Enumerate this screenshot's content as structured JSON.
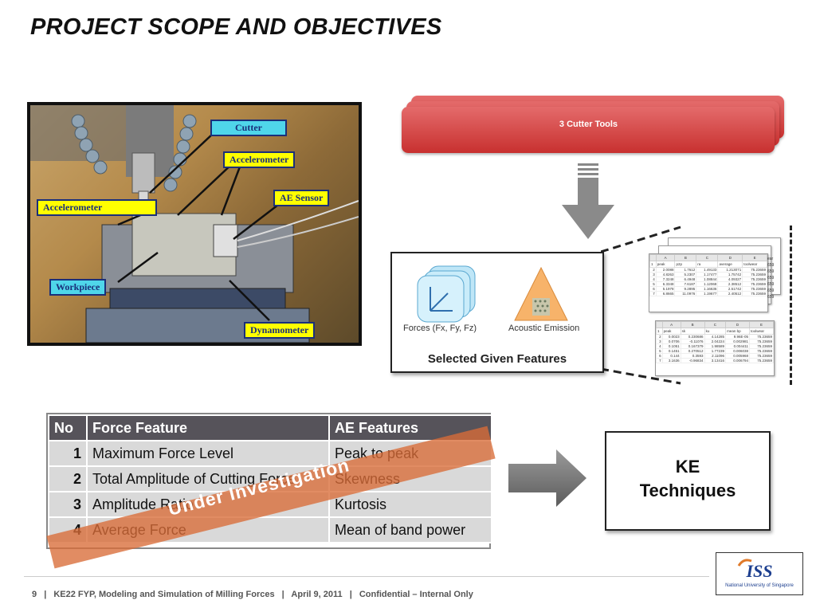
{
  "slide": {
    "title": "PROJECT SCOPE AND OBJECTIVES"
  },
  "photo": {
    "labels": {
      "cutter": "Cutter",
      "accelerometer_top": "Accelerometer",
      "ae_sensor": "AE Sensor",
      "accelerometer_left": "Accelerometer",
      "workpiece": "Workpiece",
      "dynamometer": "Dynamometer"
    }
  },
  "cutter_tools": {
    "label": "3 Cutter Tools"
  },
  "features": {
    "forces_caption": "Forces (Fx, Fy, Fz)",
    "ae_caption": "Acoustic Emission",
    "title": "Selected Given Features"
  },
  "spreadsheet_top": {
    "columns": [
      "A",
      "B",
      "C",
      "D",
      "E"
    ],
    "headers": [
      "peak",
      "p2p",
      "ra",
      "average",
      "toolwear"
    ],
    "rows": [
      [
        "1",
        "",
        "",
        "",
        "",
        ""
      ],
      [
        "2",
        "2.0088",
        "1.7612",
        "1.49133",
        "1.213071",
        "75.23659"
      ],
      [
        "3",
        "4.8263",
        "5.2307",
        "1.17477",
        "1.75742",
        "75.23659"
      ],
      [
        "4",
        "7.3248",
        "6.4948",
        "1.08844",
        "4.09327",
        "75.23659"
      ],
      [
        "5",
        "6.3348",
        "7.6187",
        "1.12068",
        "2.38512",
        "75.23659"
      ],
      [
        "6",
        "5.1978",
        "9.2895",
        "1.16636",
        "2.51742",
        "75.23659"
      ],
      [
        "7",
        "6.8665",
        "11.0976",
        "1.19677",
        "2.40512",
        "75.23659"
      ]
    ],
    "side_fragments": [
      "ear",
      "659",
      "659",
      "659",
      "659",
      "659",
      "659"
    ]
  },
  "spreadsheet_bottom": {
    "columns": [
      "A",
      "B",
      "C",
      "D",
      "E"
    ],
    "headers": [
      "peak",
      "sk",
      "ku",
      "mean bp",
      "toolwear"
    ],
    "rows": [
      [
        "1",
        "",
        "",
        "",
        "",
        ""
      ],
      [
        "2",
        "0.0023",
        "0.230686",
        "4.14285",
        "9.96E-05",
        "75.23659"
      ],
      [
        "3",
        "0.0706",
        "-0.11076",
        "2.04224",
        "0.002981",
        "75.23659"
      ],
      [
        "4",
        "0.1051",
        "0.167379",
        "1.98589",
        "0.004411",
        "75.23659"
      ],
      [
        "5",
        "0.1451",
        "0.270512",
        "1.77239",
        "0.006038",
        "75.23659"
      ],
      [
        "6",
        "0.144",
        "0.3593",
        "2.11096",
        "0.005968",
        "75.23659"
      ],
      [
        "7",
        "3.1636",
        "-0.96834",
        "3.13416",
        "0.006794",
        "75.23659"
      ]
    ]
  },
  "table": {
    "headers": [
      "No",
      "Force Feature",
      "AE Features"
    ],
    "rows": [
      {
        "no": "1",
        "force": "Maximum Force Level",
        "ae": "Peak to peak"
      },
      {
        "no": "2",
        "force": "Total Amplitude of Cutting Force",
        "ae": "Skewness"
      },
      {
        "no": "3",
        "force": "Amplitude Ratio",
        "ae": "Kurtosis"
      },
      {
        "no": "4",
        "force": "Average Force",
        "ae": "Mean of band power"
      }
    ],
    "overlay": "Under Investigation"
  },
  "ke_box": {
    "line1": "KE",
    "line2": "Techniques"
  },
  "footer": {
    "page": "9",
    "course": "KE22 FYP, Modeling and Simulation of Milling Forces",
    "date": "April 9, 2011",
    "confidentiality": "Confidential – Internal Only",
    "separator": "|"
  },
  "logo": {
    "name": "ISS",
    "subtitle": "National University of Singapore"
  },
  "colors": {
    "red_card": "#c8302f",
    "table_header": "#56535a",
    "table_row": "#d9d9d9",
    "band": "#d96c37",
    "label_yellow": "#ffff00",
    "label_cyan": "#4fd6ea"
  }
}
